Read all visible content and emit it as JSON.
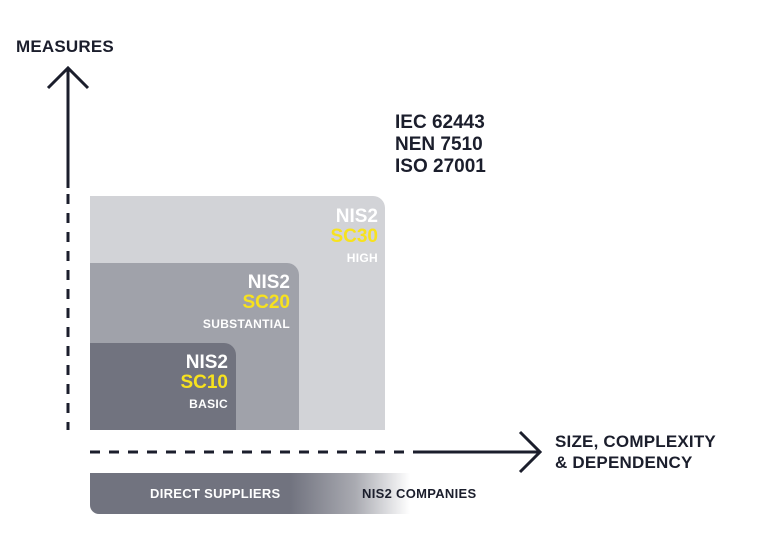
{
  "axes": {
    "y_label": "MEASURES",
    "x_label_line1": "SIZE, COMPLEXITY",
    "x_label_line2": "& DEPENDENCY"
  },
  "standards": [
    "IEC 62443",
    "NEN 7510",
    "ISO 27001"
  ],
  "levels": [
    {
      "name": "NIS2",
      "code": "SC30",
      "tier": "HIGH"
    },
    {
      "name": "NIS2",
      "code": "SC20",
      "tier": "SUBSTANTIAL"
    },
    {
      "name": "NIS2",
      "code": "SC10",
      "tier": "BASIC"
    }
  ],
  "scope": {
    "left_label": "DIRECT SUPPLIERS",
    "right_label": "NIS2 COMPANIES"
  },
  "colors": {
    "text": "#1b1e2c",
    "high": "#d2d3d7",
    "substantial": "#a0a2aa",
    "basic": "#71737f",
    "code": "#f7e21e"
  }
}
